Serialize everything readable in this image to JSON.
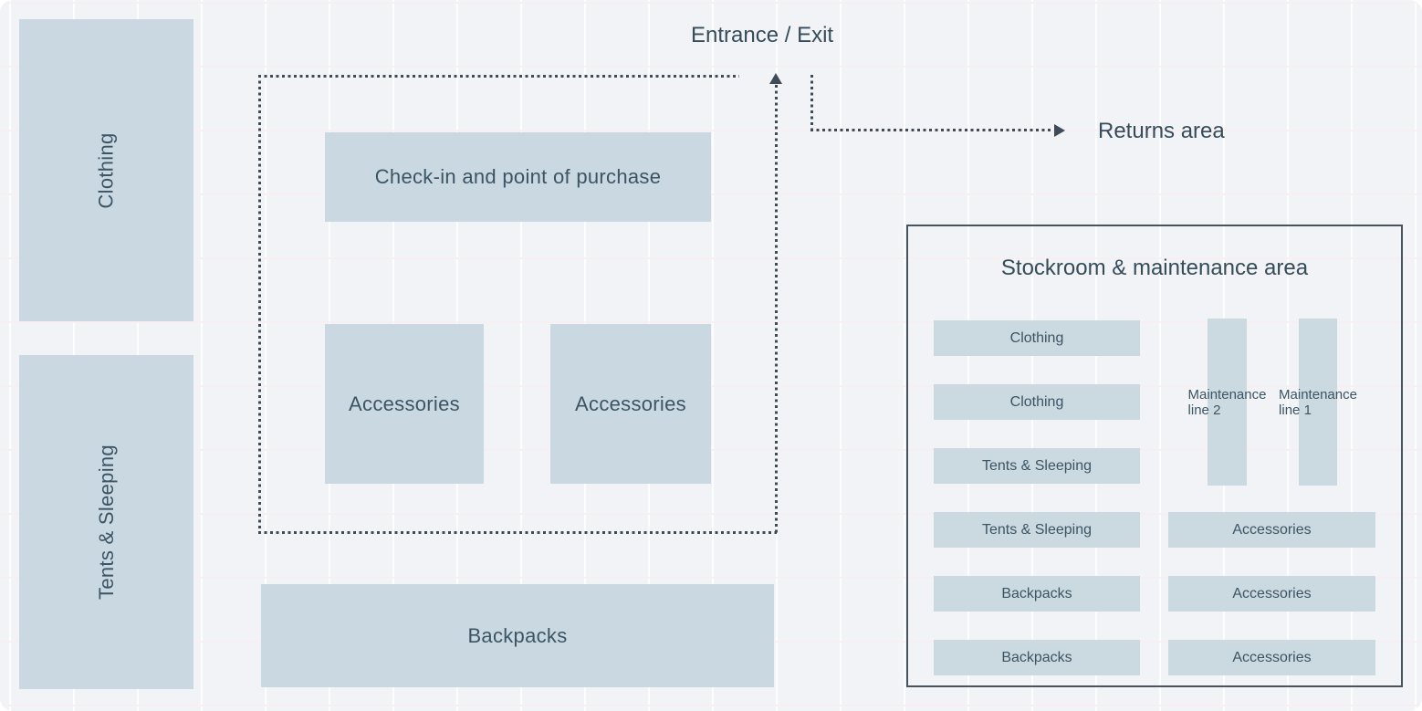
{
  "palette": {
    "background": "#f1f3f6",
    "block_fill": "#c9d8e1",
    "text_color": "#3a4f5e",
    "dotted_line_color": "#3f4c57",
    "stockroom_border_color": "#475460"
  },
  "labels": {
    "entrance_exit": "Entrance / Exit",
    "returns_area": "Returns area"
  },
  "floor": {
    "left_clothing": "Clothing",
    "left_tents_sleeping": "Tents & Sleeping",
    "checkin": "Check-in and point of purchase",
    "accessories_left": "Accessories",
    "accessories_right": "Accessories",
    "backpacks": "Backpacks"
  },
  "stockroom": {
    "title": "Stockroom & maintenance area",
    "shelves_left": [
      "Clothing",
      "Clothing",
      "Tents & Sleeping",
      "Tents & Sleeping",
      "Backpacks",
      "Backpacks"
    ],
    "maintenance_lines": [
      "Maintenance line 2",
      "Maintenance line 1"
    ],
    "shelves_right": [
      "Accessories",
      "Accessories",
      "Accessories"
    ]
  }
}
